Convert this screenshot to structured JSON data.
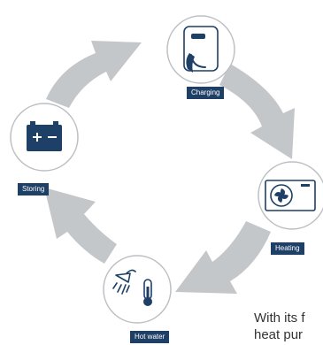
{
  "colors": {
    "arrow": "#c4c7ca",
    "circle_stroke": "#bcbfc3",
    "circle_fill": "#ffffff",
    "icon_dark": "#1e3f66",
    "label_bg": "#1e3f66",
    "label_text": "#ffffff",
    "text": "#333333"
  },
  "nodes": [
    {
      "id": "charging",
      "label": "Charging",
      "icon": "wallbox-charger-icon"
    },
    {
      "id": "heating",
      "label": "Heating",
      "icon": "heat-pump-icon"
    },
    {
      "id": "hot_water",
      "label": "Hot water",
      "icon": "shower-thermometer-icon"
    },
    {
      "id": "storing",
      "label": "Storing",
      "icon": "battery-icon"
    }
  ],
  "body_text": {
    "line1": "With its f",
    "line2": "heat pur"
  }
}
